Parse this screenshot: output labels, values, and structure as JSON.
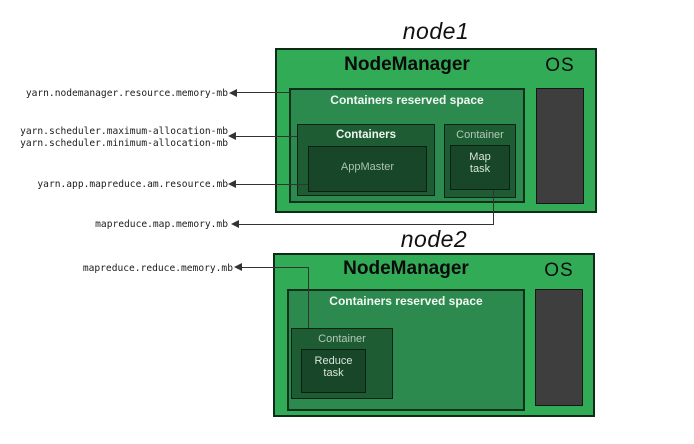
{
  "node1": {
    "title": "node1",
    "nodemanager": "NodeManager",
    "os": "OS",
    "reserved": "Containers reserved space",
    "containers": "Containers",
    "appmaster": "AppMaster",
    "container": "Container",
    "map_task": "Map\ntask"
  },
  "node2": {
    "title": "node2",
    "nodemanager": "NodeManager",
    "os": "OS",
    "reserved": "Containers reserved space",
    "container": "Container",
    "reduce_task": "Reduce\ntask"
  },
  "config_labels": {
    "nodemanager_memory": "yarn.nodemanager.resource.memory-mb",
    "scheduler_max": "yarn.scheduler.maximum-allocation-mb",
    "scheduler_min": "yarn.scheduler.minimum-allocation-mb",
    "am_resource": "yarn.app.mapreduce.am.resource.mb",
    "map_memory": "mapreduce.map.memory.mb",
    "reduce_memory": "mapreduce.reduce.memory.mb"
  },
  "colors": {
    "node_fill": "#32ab57",
    "reserved_fill": "#2d8a4e",
    "container_fill": "#1e5c34",
    "task_fill": "#174628",
    "os_memory_fill": "#3e3e3e",
    "connector": "#333333"
  }
}
